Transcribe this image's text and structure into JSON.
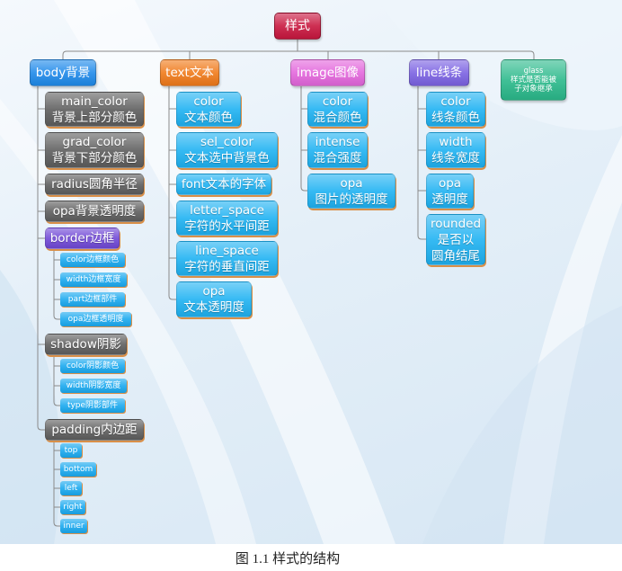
{
  "root": {
    "label": "样式"
  },
  "colors": {
    "root": "#c8173f",
    "body": "#1f8aea",
    "text": "#f07a1a",
    "image": "#e366dc",
    "line": "#7b62e2",
    "glass": "#2bb98b",
    "property": "#5e5e5e",
    "border": "#7048d6",
    "text_item": "#1fb2f2",
    "sub_item": "#1aa9ef",
    "connector": "#8a8a8a"
  },
  "branches": {
    "body": {
      "label": "body背景",
      "children": [
        {
          "lines": [
            "main_color",
            "背景上部分颜色"
          ]
        },
        {
          "lines": [
            "grad_color",
            "背景下部分颜色"
          ]
        },
        {
          "lines": [
            "radius圆角半径"
          ]
        },
        {
          "lines": [
            "opa背景透明度"
          ]
        },
        {
          "lines": [
            "border边框"
          ],
          "children": [
            "color边框颜色",
            "width边框宽度",
            "part边框部件",
            "opa边框透明度"
          ]
        },
        {
          "lines": [
            "shadow阴影"
          ],
          "children": [
            "color阴影颜色",
            "width阴影宽度",
            "type阴影部件"
          ]
        },
        {
          "lines": [
            "padding内边距"
          ],
          "children": [
            "top",
            "bottom",
            "left",
            "right",
            "inner"
          ]
        }
      ]
    },
    "text": {
      "label": "text文本",
      "children": [
        {
          "lines": [
            "color",
            "文本颜色"
          ]
        },
        {
          "lines": [
            "sel_color",
            "文本选中背景色"
          ]
        },
        {
          "lines": [
            "font文本的字体"
          ]
        },
        {
          "lines": [
            "letter_space",
            "字符的水平间距"
          ]
        },
        {
          "lines": [
            "line_space",
            "字符的垂直间距"
          ]
        },
        {
          "lines": [
            "opa",
            "文本透明度"
          ]
        }
      ]
    },
    "image": {
      "label": "image图像",
      "children": [
        {
          "lines": [
            "color",
            "混合颜色"
          ]
        },
        {
          "lines": [
            "intense",
            "混合强度"
          ]
        },
        {
          "lines": [
            "opa",
            "图片的透明度"
          ]
        }
      ]
    },
    "line": {
      "label": "line线条",
      "children": [
        {
          "lines": [
            "color",
            "线条颜色"
          ]
        },
        {
          "lines": [
            "width",
            "线条宽度"
          ]
        },
        {
          "lines": [
            "opa",
            "透明度"
          ]
        },
        {
          "lines": [
            "rounded",
            "是否以",
            "圆角结尾"
          ]
        }
      ]
    },
    "glass": {
      "lines": [
        "glass",
        "样式是否能被",
        "子对象继承"
      ]
    }
  },
  "caption": "图 1.1 样式的结构"
}
